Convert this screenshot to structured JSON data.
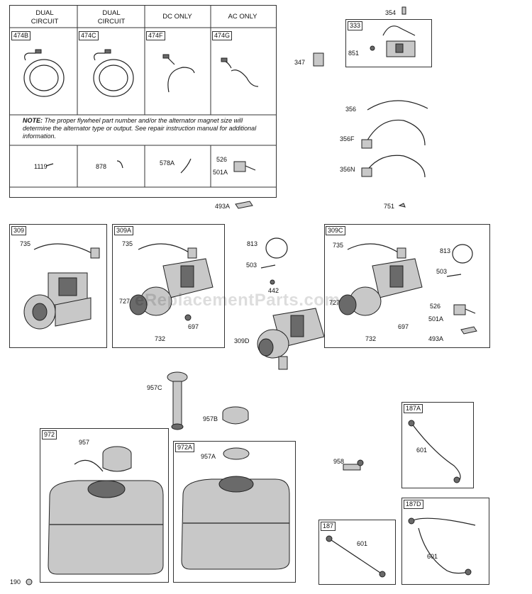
{
  "watermark": "eReplacementParts.com",
  "alternator_table": {
    "headers": [
      "DUAL\nCIRCUIT",
      "DUAL\nCIRCUIT",
      "DC ONLY",
      "AC ONLY"
    ],
    "tags": [
      "474B",
      "474C",
      "474F",
      "474G"
    ],
    "note_label": "NOTE:",
    "note_text": "The proper flywheel part number and/or the alternator magnet size will determine the alternator type or output. See repair instruction manual for additional information.",
    "bottom_parts": [
      "1119",
      "878",
      "578A",
      "526",
      "501A"
    ]
  },
  "standalone_labels": [
    "354",
    "851",
    "347",
    "356",
    "356F",
    "356N",
    "493A",
    "751",
    "813",
    "503",
    "442",
    "309D",
    "957C",
    "957B",
    "958",
    "190"
  ],
  "boxes": {
    "b333": {
      "tag": "333"
    },
    "b309": {
      "tag": "309",
      "labels": [
        "735"
      ]
    },
    "b309A": {
      "tag": "309A",
      "labels": [
        "735",
        "727A",
        "697",
        "732"
      ]
    },
    "b309C": {
      "tag": "309C",
      "labels": [
        "735",
        "813",
        "503",
        "727A",
        "526",
        "501A",
        "697",
        "732",
        "493A"
      ]
    },
    "b972": {
      "tag": "972",
      "labels": [
        "957"
      ]
    },
    "b972A": {
      "tag": "972A",
      "labels": [
        "957A"
      ]
    },
    "b187A": {
      "tag": "187A",
      "labels": [
        "601"
      ]
    },
    "b187": {
      "tag": "187",
      "labels": [
        "601"
      ]
    },
    "b187D": {
      "tag": "187D",
      "labels": [
        "601"
      ]
    }
  }
}
